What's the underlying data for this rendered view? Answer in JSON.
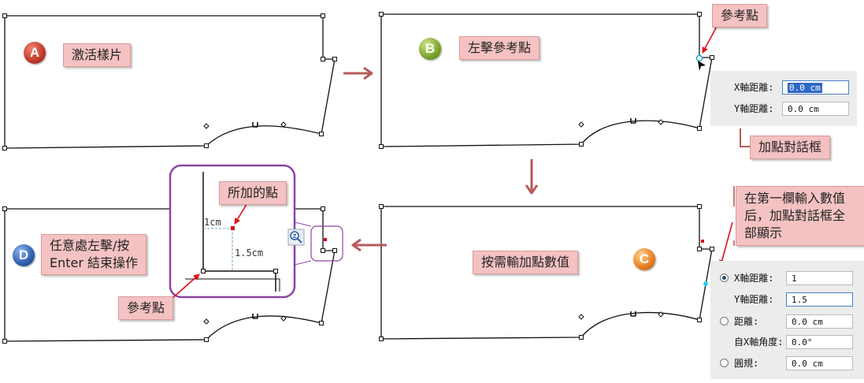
{
  "steps": {
    "a": {
      "badge": "A",
      "label": "激活樣片"
    },
    "b": {
      "badge": "B",
      "label": "左擊參考點",
      "ref_callout": "參考點",
      "dialog_caption": "加點對話框"
    },
    "c": {
      "badge": "C",
      "label": "按需輸加點數值",
      "note": "在第一欄輸入數值后，加點對話框全部顯示"
    },
    "d": {
      "badge": "D",
      "label_line1": "任意處左擊/按",
      "label_line2": "Enter 結束操作",
      "added_point": "所加的點",
      "ref_point": "參考點",
      "dim_x": "1cm",
      "dim_y": "1.5cm"
    }
  },
  "dialog_b": {
    "x_label": "X軸距離:",
    "x_value": "0.0 cm",
    "y_label": "Y軸距離:",
    "y_value": "0.0 cm"
  },
  "dialog_c": {
    "x_label": "X軸距離:",
    "x_value": "1",
    "y_label": "Y軸距離:",
    "y_value": "1.5",
    "dist_label": "距離:",
    "dist_value": "0.0 cm",
    "angle_label": "自X軸角度:",
    "angle_value": "0.0°",
    "circle_label": "圓規:",
    "circle_value": "0.0 cm"
  },
  "colors": {
    "arrow": "#b85a5a",
    "red_arrow": "#e0101a",
    "purple": "#8b45a3",
    "badge_a": "#c0392b",
    "badge_b": "#7aa52b",
    "badge_c": "#e67e22",
    "badge_d": "#2f5fb0",
    "dialog_bg": "#ececec"
  }
}
